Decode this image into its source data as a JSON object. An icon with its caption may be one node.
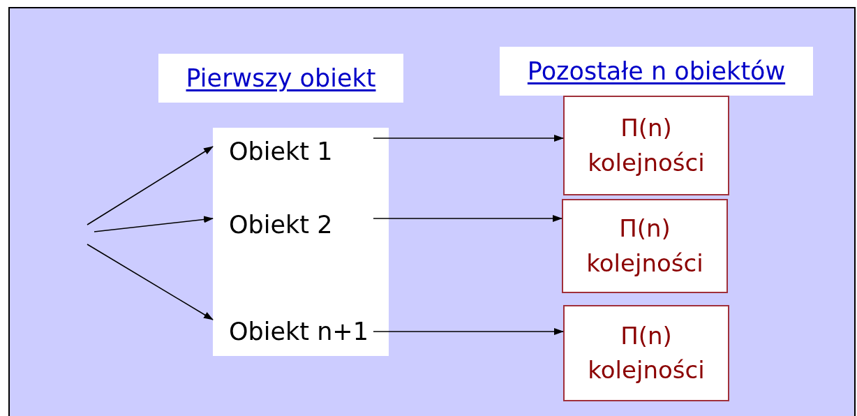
{
  "diagram": {
    "nodes": [
      {
        "text": [
          "Pierwszy obiekt"
        ]
      },
      {
        "text": [
          "Pozostałe n obiektów"
        ]
      },
      {
        "text": [],
        "shape": "box"
      },
      {
        "text": [
          "Obiekt 1"
        ],
        "in": 2
      },
      {
        "text": [
          "Obiekt 2"
        ],
        "in": 2
      },
      {
        "text": [
          "Obiekt n+1"
        ],
        "in": 2
      },
      {
        "text": [
          "Π(n) kolejności"
        ]
      },
      {
        "text": [
          "Π(n) kolejności"
        ]
      },
      {
        "text": [
          "Π(n) kolejności"
        ]
      }
    ],
    "edges": [
      {
        "from": null,
        "to": 3,
        "arrow": "to"
      },
      {
        "from": null,
        "to": 4,
        "arrow": "to"
      },
      {
        "from": null,
        "to": 5,
        "arrow": "to"
      },
      {
        "from": 3,
        "to": 6,
        "arrow": "to"
      },
      {
        "from": 4,
        "to": 7,
        "arrow": "to"
      },
      {
        "from": 5,
        "to": 8,
        "arrow": "to"
      }
    ]
  }
}
